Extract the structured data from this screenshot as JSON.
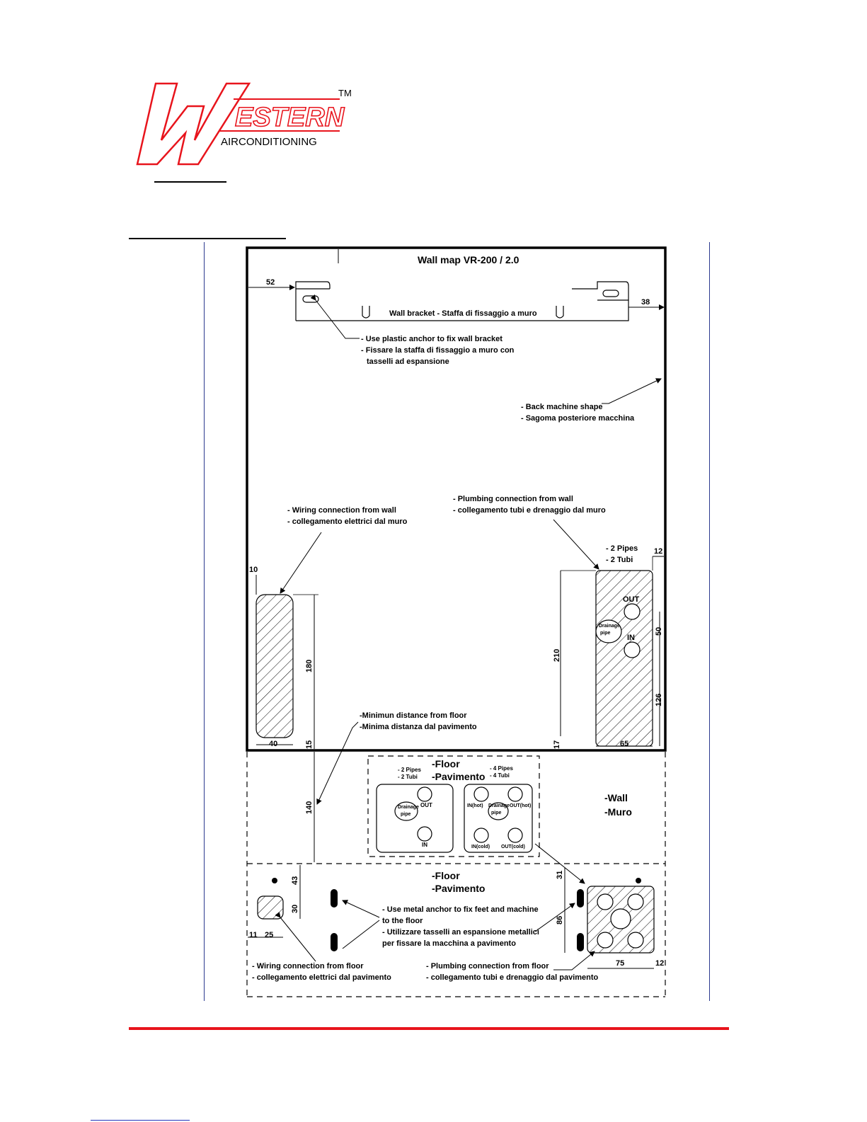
{
  "logo": {
    "brand": "ESTERN",
    "subtitle": "AIRCONDITIONING",
    "trademark": "TM",
    "color": "#e8141c"
  },
  "drawing": {
    "title": "Wall map VR-200 / 2.0",
    "bracket_label": "Wall bracket - Staffa di fissaggio a muro",
    "anchor_note": {
      "en": "- Use plastic anchor to fix wall bracket",
      "it1": "- Fissare la staffa di fissaggio a muro con",
      "it2": "tasselli ad espansione"
    },
    "back_shape": {
      "en": "- Back machine shape",
      "it": "- Sagoma posteriore macchina"
    },
    "wiring_wall": {
      "en": "- Wiring connection from wall",
      "it": "- collegamento elettrici dal muro"
    },
    "plumbing_wall": {
      "en": "- Plumbing connection from wall",
      "it": "- collegamento tubi e drenaggio dal muro"
    },
    "pipes2": {
      "en": "- 2 Pipes",
      "it": "- 2 Tubi"
    },
    "out_label": "OUT",
    "in_label": "IN",
    "drainage": {
      "l1": "Drainage",
      "l2": "pipe"
    },
    "min_distance": {
      "en": "-Minimun distance from floor",
      "it": "-Minima distanza dal pavimento"
    },
    "floor_label": {
      "en": "-Floor",
      "it": "-Pavimento"
    },
    "wall_label": {
      "en": "-Wall",
      "it": "-Muro"
    },
    "small_2pipes": {
      "en": "- 2 Pipes",
      "it": "- 2 Tubi"
    },
    "small_4pipes": {
      "en": "- 4 Pipes",
      "it": "- 4 Tubi"
    },
    "in_hot": "IN(hot)",
    "out_hot": "OUT(hot)",
    "in_cold": "IN(cold)",
    "out_cold": "OUT(cold)",
    "floor_anchor": {
      "l1": "- Use metal anchor to fix feet and machine",
      "l2": "to the floor",
      "l3": "- Utilizzare tasselli an espansione metallici",
      "l4": "per fissare la macchina a pavimento"
    },
    "wiring_floor": {
      "en": "- Wiring connection from floor",
      "it": "- collegamento elettrici dal pavimento"
    },
    "plumbing_floor": {
      "en": "- Plumbing connection from floor",
      "it": "- collegamento tubi e drenaggio dal pavimento"
    },
    "dims": {
      "d52": "52",
      "d38": "38",
      "d12a": "12",
      "d10": "10",
      "d180": "180",
      "d40": "40",
      "d15": "15",
      "d210": "210",
      "d50": "50",
      "d126": "126",
      "d17": "17",
      "d65": "65",
      "d140": "140",
      "d43": "43",
      "d30": "30",
      "d11": "11",
      "d25": "25",
      "d31": "31",
      "d86": "86",
      "d75": "75",
      "d12b": "12"
    }
  }
}
